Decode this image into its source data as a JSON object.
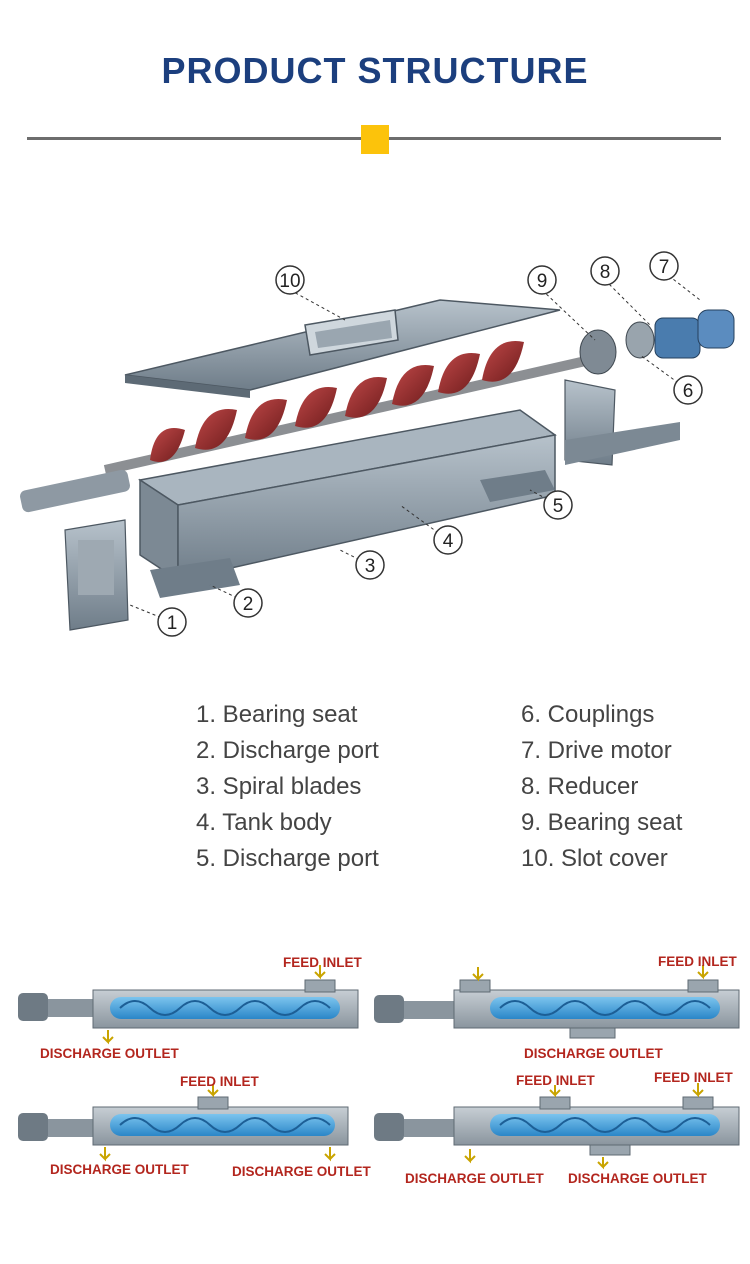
{
  "heading": {
    "title": "PRODUCT STRUCTURE"
  },
  "colors": {
    "title": "#1c3f7e",
    "rule": "#6d6d6d",
    "accent": "#fcc30b",
    "blade": "#9a2a2a",
    "steel": "#8a98a4",
    "flow": "#3a9ad6",
    "label_red": "#b3261e",
    "parts_text": "#444444"
  },
  "callouts": [
    "1",
    "2",
    "3",
    "4",
    "5",
    "6",
    "7",
    "8",
    "9",
    "10"
  ],
  "parts_left": [
    "1. Bearing seat",
    "2. Discharge port",
    "3. Spiral blades",
    "4. Tank body",
    "5. Discharge port"
  ],
  "parts_right": [
    "6. Couplings",
    "7. Drive motor",
    "8. Reducer",
    "9. Bearing seat",
    "10. Slot cover"
  ],
  "variants": {
    "v1": {
      "feed": "FEED INLET",
      "discharge": "DISCHARGE OUTLET"
    },
    "v2": {
      "feed": "FEED INLET",
      "discharge": "DISCHARGE OUTLET"
    },
    "v3": {
      "feed": "FEED INLET",
      "discharge_a": "DISCHARGE OUTLET",
      "discharge_b": "DISCHARGE OUTLET"
    },
    "v4": {
      "feed_a": "FEED INLET",
      "feed_b": "FEED INLET",
      "discharge_a": "DISCHARGE OUTLET",
      "discharge_b": "DISCHARGE OUTLET"
    }
  }
}
